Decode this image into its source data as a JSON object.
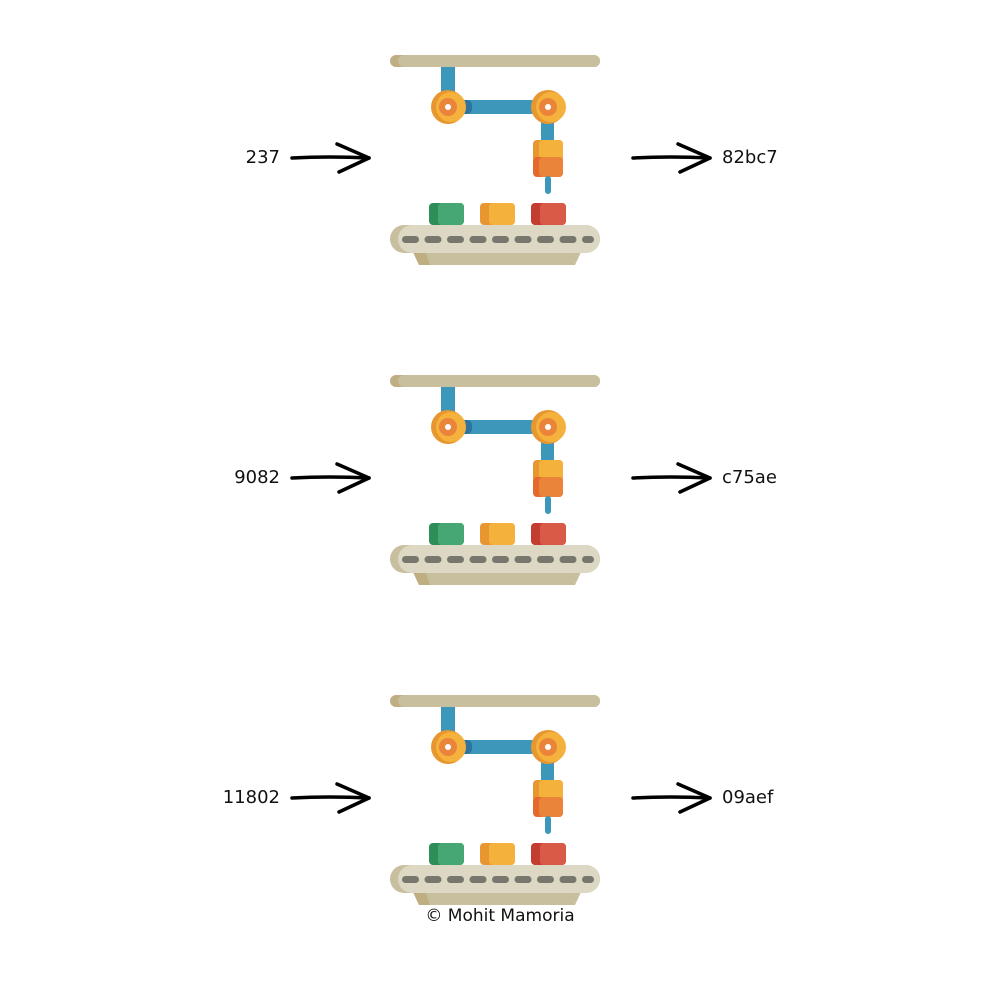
{
  "title": "Hash function conversions",
  "stages": [
    {
      "input": "237",
      "output": "82bc7"
    },
    {
      "input": "9082",
      "output": "c75ae"
    },
    {
      "input": "11802",
      "output": "09aef"
    }
  ],
  "machine": {
    "icon": "robot-arm-conveyor-icon",
    "colors": {
      "rail": "#c8bf9f",
      "rail_shadow": "#bfae82",
      "arm": "#3d97bb",
      "arm_shadow": "#2f74a0",
      "joint_outer": "#f4b23c",
      "joint_outer_shadow": "#e8962f",
      "joint_inner": "#e9843a",
      "gripper_top": "#f4b23c",
      "gripper_bottom": "#e9843a",
      "box_green": "#47a774",
      "box_orange": "#f4b23c",
      "box_red": "#d95a47",
      "belt": "#ddd8c4",
      "belt_dash": "#77776d",
      "base": "#c8bf9f"
    }
  },
  "credit": "© Mohit Mamoria"
}
